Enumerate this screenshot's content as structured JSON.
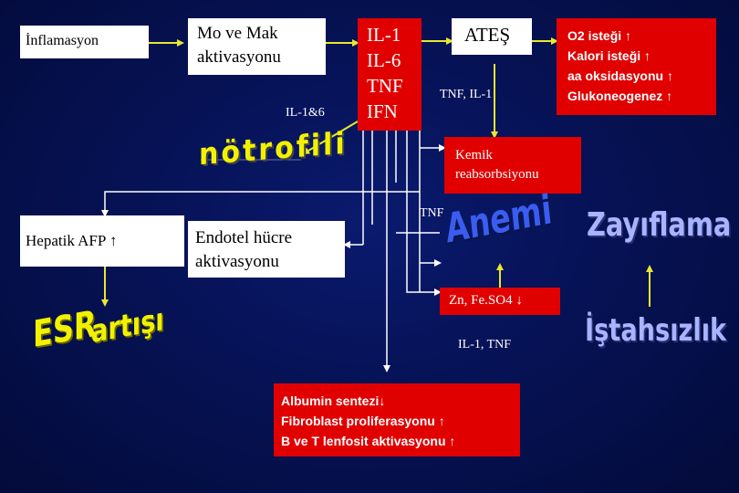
{
  "nodes": {
    "inflamasyon": "İnflamasyon",
    "mo_mak_1": "Mo ve Mak",
    "mo_mak_2": "aktivasyonu",
    "il1": "IL-1",
    "il6": "IL-6",
    "tnf": "TNF",
    "ifn": "IFN",
    "ates": "ATEŞ",
    "o2_1": "O2 isteği",
    "o2_2": "Kalori isteği",
    "o2_3": "aa oksidasyonu",
    "o2_4": "Glukoneogenez",
    "kemik_1": "Kemik",
    "kemik_2": "reabsorbsiyonu",
    "hepatik": "Hepatik AFP",
    "endotel_1": "Endotel hücre",
    "endotel_2": "aktivasyonu",
    "zn": "Zn, Fe.SO4",
    "alb_1": "Albumin sentezi",
    "alb_2": "Fibroblast proliferasyonu",
    "alb_3": "B ve T lenfosit aktivasyonu"
  },
  "labels": {
    "il1_6": "IL-1&6",
    "tnf_il1": "TNF, IL-1",
    "tnf": "TNF",
    "il1_tnf": "IL-1, TNF"
  },
  "wordart": {
    "notrofili": "nötrofili",
    "anemi": "Anemi",
    "zayiflama": "Zayıflama",
    "esr": "ESR",
    "artisi": "artışı",
    "istahsizlik": "İştahsızlık"
  },
  "symbols": {
    "up": "↑",
    "down": "↓"
  },
  "colors": {
    "background": "#061255",
    "box_red": "#e00000",
    "arrow_yellow": "#e8e830",
    "wordart_yellow": "#f2f200",
    "wordart_blue": "#3a5cf0"
  }
}
